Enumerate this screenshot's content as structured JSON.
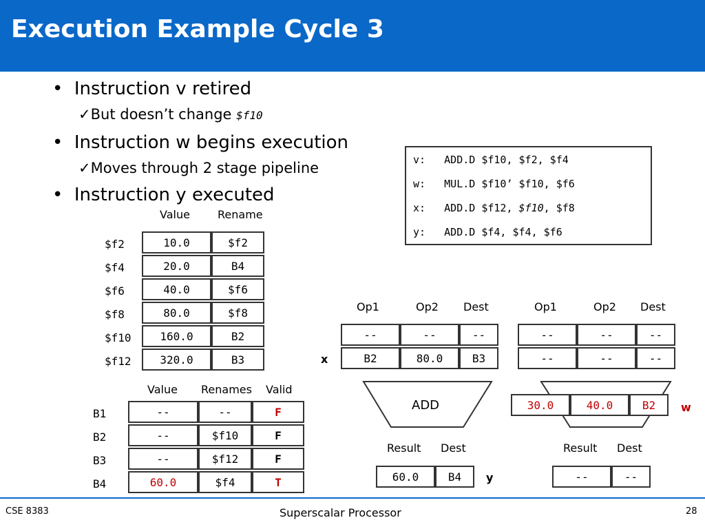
{
  "title": "Execution Example Cycle 3",
  "bullets": [
    {
      "text": "Instruction v retired"
    },
    {
      "text": "Instruction w begins execution"
    },
    {
      "text": "Instruction y executed"
    }
  ],
  "subs": [
    {
      "text": "But doesn’t change ",
      "reg": "$f10"
    },
    {
      "text": "Moves through 2 stage pipeline"
    }
  ],
  "instructions": [
    {
      "label": "v:",
      "text": "ADD.D $f10, $f2, $f4"
    },
    {
      "label": "w:",
      "text": "MUL.D $f10’ $f10, $f6"
    },
    {
      "label": "x:",
      "pre": "ADD.D $f12, ",
      "ital": "$f10",
      "post": ", $f8"
    },
    {
      "label": "y:",
      "text": "ADD.D $f4, $f4, $f6"
    }
  ],
  "regfile": {
    "headers": {
      "value": "Value",
      "rename": "Rename"
    },
    "rows": [
      {
        "reg": "$f2",
        "value": "10.0",
        "rename": "$f2"
      },
      {
        "reg": "$f4",
        "value": "20.0",
        "rename": "B4"
      },
      {
        "reg": "$f6",
        "value": "40.0",
        "rename": "$f6"
      },
      {
        "reg": "$f8",
        "value": "80.0",
        "rename": "$f8"
      },
      {
        "reg": "$f10",
        "value": "160.0",
        "rename": "B2"
      },
      {
        "reg": "$f12",
        "value": "320.0",
        "rename": "B3"
      }
    ]
  },
  "rob": {
    "headers": {
      "value": "Value",
      "renames": "Renames",
      "valid": "Valid"
    },
    "rows": [
      {
        "name": "B1",
        "value": "--",
        "rename": "--",
        "valid": "F"
      },
      {
        "name": "B2",
        "value": "--",
        "rename": "$f10",
        "valid": "F"
      },
      {
        "name": "B3",
        "value": "--",
        "rename": "$f12",
        "valid": "F"
      },
      {
        "name": "B4",
        "value": "60.0",
        "rename": "$f4",
        "valid": "T"
      }
    ]
  },
  "add_unit": {
    "headers": {
      "op1": "Op1",
      "op2": "Op2",
      "dest": "Dest"
    },
    "rows": [
      {
        "op1": "--",
        "op2": "--",
        "dest": "--"
      },
      {
        "op1": "B2",
        "op2": "80.0",
        "dest": "B3"
      }
    ],
    "row_tag": "x",
    "label": "ADD",
    "result_headers": {
      "result": "Result",
      "dest": "Dest"
    },
    "result": {
      "value": "60.0",
      "dest": "B4"
    },
    "result_tag": "y"
  },
  "mul_unit": {
    "headers": {
      "op1": "Op1",
      "op2": "Op2",
      "dest": "Dest"
    },
    "rows": [
      {
        "op1": "--",
        "op2": "--",
        "dest": "--"
      },
      {
        "op1": "--",
        "op2": "--",
        "dest": "--"
      }
    ],
    "stage": {
      "op1": "30.0",
      "op2": "40.0",
      "dest": "B2"
    },
    "stage_tag": "w",
    "result_headers": {
      "result": "Result",
      "dest": "Dest"
    },
    "result": {
      "value": "--",
      "dest": "--"
    }
  },
  "footer": {
    "left": "CSE 8383",
    "center": "Superscalar Processor",
    "page": "28"
  },
  "colors": {
    "header_bg": "#0a68c8",
    "highlight": "#c00000"
  }
}
